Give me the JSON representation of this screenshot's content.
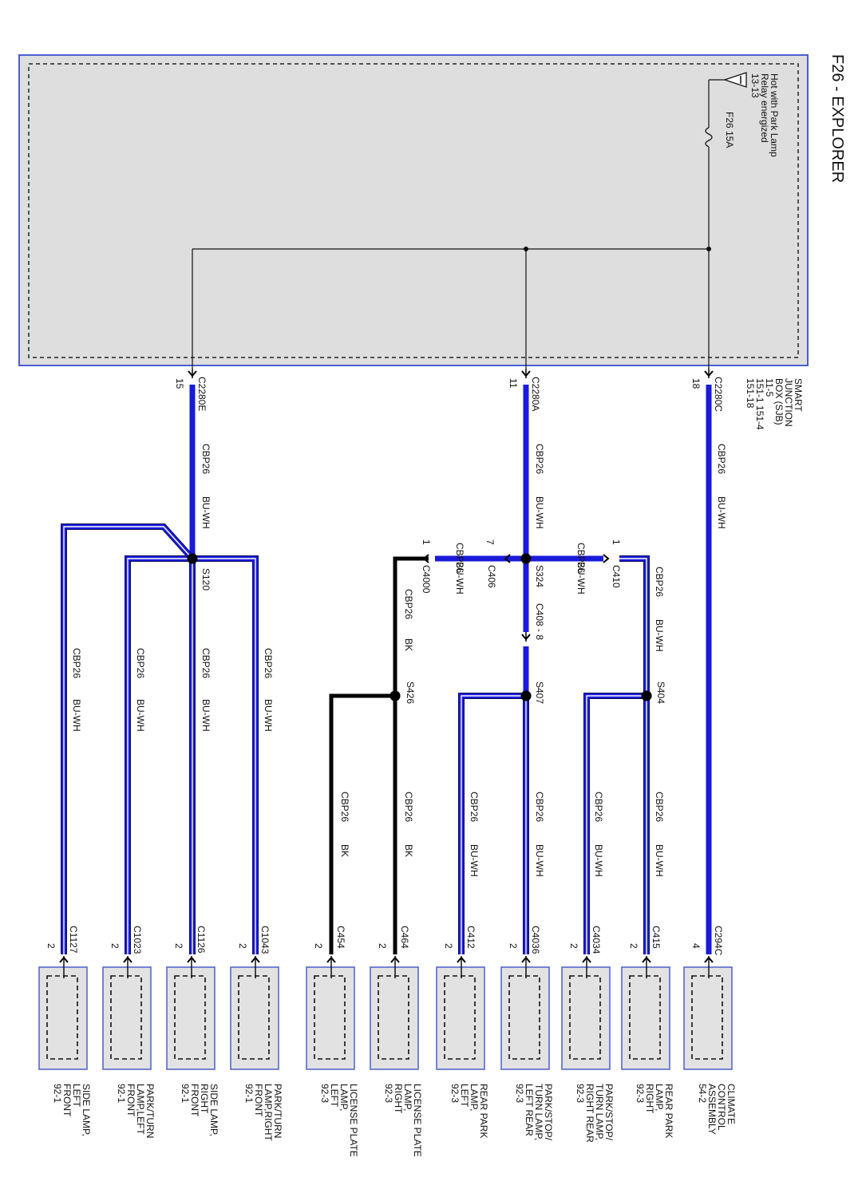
{
  "title": "F26 - EXPLORER",
  "source": {
    "hot_text_1": "Hot with Park Lamp",
    "hot_text_2": "Relay energized",
    "hot_text_3": "13-13",
    "fuse_name": "F26",
    "fuse_rating": "15A",
    "fuse_label": "F26  15A",
    "sjb_lines": [
      "SMART",
      "JUNCTION",
      "BOX (SJB)",
      "11-5",
      "151-1   151-4",
      "151-18"
    ]
  },
  "sjb_pins": [
    {
      "connector": "C2280C",
      "pin": "18"
    },
    {
      "connector": "C2280A",
      "pin": "11"
    },
    {
      "connector": "C2280E",
      "pin": "15"
    }
  ],
  "splices": [
    "S324",
    "S404",
    "S407",
    "S426",
    "S120"
  ],
  "inline_connectors": [
    {
      "connector": "C406",
      "pin": "7"
    },
    {
      "connector": "C410",
      "pin": "1"
    },
    {
      "connector": "C4000",
      "pin": "1"
    },
    {
      "connector": "C408 - 8",
      "pin": ""
    }
  ],
  "circuit_labels": {
    "cbp26": "CBP26",
    "bu_wh": "BU-WH",
    "bk": "BK"
  },
  "loads": [
    {
      "connector": "C294C",
      "pin": "4",
      "lines": [
        "CLIMATE",
        "CONTROL",
        "ASSEMBLY",
        "54-2"
      ],
      "color": "BU-WH"
    },
    {
      "connector": "C415",
      "pin": "2",
      "lines": [
        "REAR PARK",
        "LAMP,",
        "RIGHT",
        "92-3"
      ],
      "color": "BU-WH"
    },
    {
      "connector": "C4034",
      "pin": "2",
      "lines": [
        "PARK/STOP/",
        "TURN LAMP,",
        "RIGHT REAR",
        "92-3"
      ],
      "color": "BU-WH"
    },
    {
      "connector": "C4036",
      "pin": "2",
      "lines": [
        "PARK/STOP/",
        "TURN LAMP,",
        "LEFT REAR",
        "92-3"
      ],
      "color": "BU-WH"
    },
    {
      "connector": "C412",
      "pin": "2",
      "lines": [
        "REAR PARK",
        "LAMP,",
        "LEFT",
        "92-3"
      ],
      "color": "BU-WH"
    },
    {
      "connector": "C464",
      "pin": "2",
      "lines": [
        "LICENSE PLATE",
        "LAMP,",
        "RIGHT",
        "92-3"
      ],
      "color": "BK"
    },
    {
      "connector": "C454",
      "pin": "2",
      "lines": [
        "LICENSE PLATE",
        "LAMP,",
        "LEFT",
        "92-3"
      ],
      "color": "BK"
    },
    {
      "connector": "C1043",
      "pin": "2",
      "lines": [
        "PARK/TURN",
        "LAMP,RIGHT",
        "FRONT",
        "92-1"
      ],
      "color": "BU-WH"
    },
    {
      "connector": "C1126",
      "pin": "2",
      "lines": [
        "SIDE LAMP,",
        "RIGHT",
        "FRONT",
        "92-1"
      ],
      "color": "BU-WH"
    },
    {
      "connector": "C1023",
      "pin": "2",
      "lines": [
        "PARK/TURN",
        "LAMP,LEFT",
        "FRONT",
        "92-1"
      ],
      "color": "BU-WH"
    },
    {
      "connector": "C1127",
      "pin": "2",
      "lines": [
        "SIDE LAMP,",
        "LEFT",
        "FRONT",
        "92-1"
      ],
      "color": "BU-WH"
    }
  ],
  "colors": {
    "bu_wh_blue": "#1a1adb",
    "bk_black": "#000000",
    "box_border": "#4a5fd0",
    "box_fill": "#dcdcdc",
    "load_fill": "#e2e2e2"
  }
}
